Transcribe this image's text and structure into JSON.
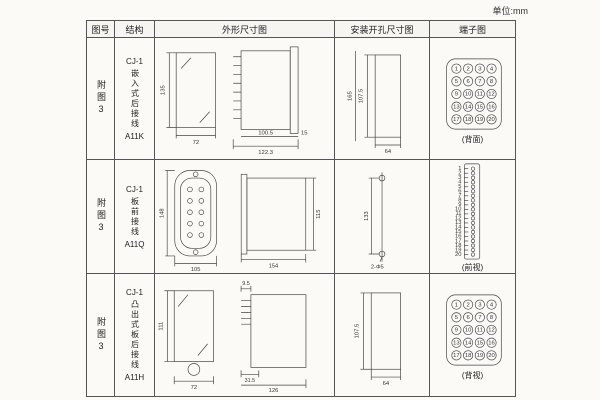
{
  "unit_label": "单位:mm",
  "table": {
    "headers": [
      "图号",
      "结构",
      "外形尺寸图",
      "安装开孔尺寸图",
      "端子图"
    ],
    "rows": [
      {
        "fig": "附图3",
        "model": "CJ-1",
        "desc": "嵌入式后接线",
        "code": "A11K",
        "outline": {
          "h": "135",
          "w": "72",
          "d1": "100.5",
          "d2": "15",
          "d3": "122.3"
        },
        "install": {
          "v1": "107.5",
          "v2": "165",
          "w": "64"
        },
        "terminal": {
          "type": "grid",
          "cols": 4,
          "numbers": [
            1,
            2,
            3,
            4,
            5,
            6,
            7,
            8,
            9,
            10,
            11,
            12,
            13,
            14,
            15,
            16,
            17,
            18,
            19,
            20
          ],
          "label": "(背面)"
        }
      },
      {
        "fig": "附图3",
        "model": "CJ-1",
        "desc": "板前接线",
        "code": "A11Q",
        "outline": {
          "h": "148",
          "w": "105",
          "side_l": "154",
          "side_h": "115"
        },
        "install": {
          "v1": "133",
          "hole": "2-Φ5"
        },
        "terminal": {
          "type": "strip",
          "numbers": [
            1,
            2,
            3,
            4,
            5,
            6,
            7,
            8,
            9,
            10,
            11,
            12,
            13,
            14,
            15,
            16,
            17,
            18,
            19,
            20
          ],
          "label": "(前视)"
        }
      },
      {
        "fig": "附图3",
        "model": "CJ-1",
        "desc": "凸出式板后接线",
        "code": "A11H",
        "outline": {
          "h": "111",
          "w": "72",
          "pin": "9.5",
          "d1": "31.5",
          "d2": "126"
        },
        "install": {
          "v1": "107.5",
          "w": "64"
        },
        "terminal": {
          "type": "grid",
          "cols": 4,
          "numbers": [
            1,
            2,
            3,
            4,
            5,
            6,
            7,
            8,
            9,
            10,
            11,
            12,
            13,
            14,
            15,
            16,
            17,
            18,
            19,
            20
          ],
          "label": "(背视)"
        }
      }
    ]
  }
}
